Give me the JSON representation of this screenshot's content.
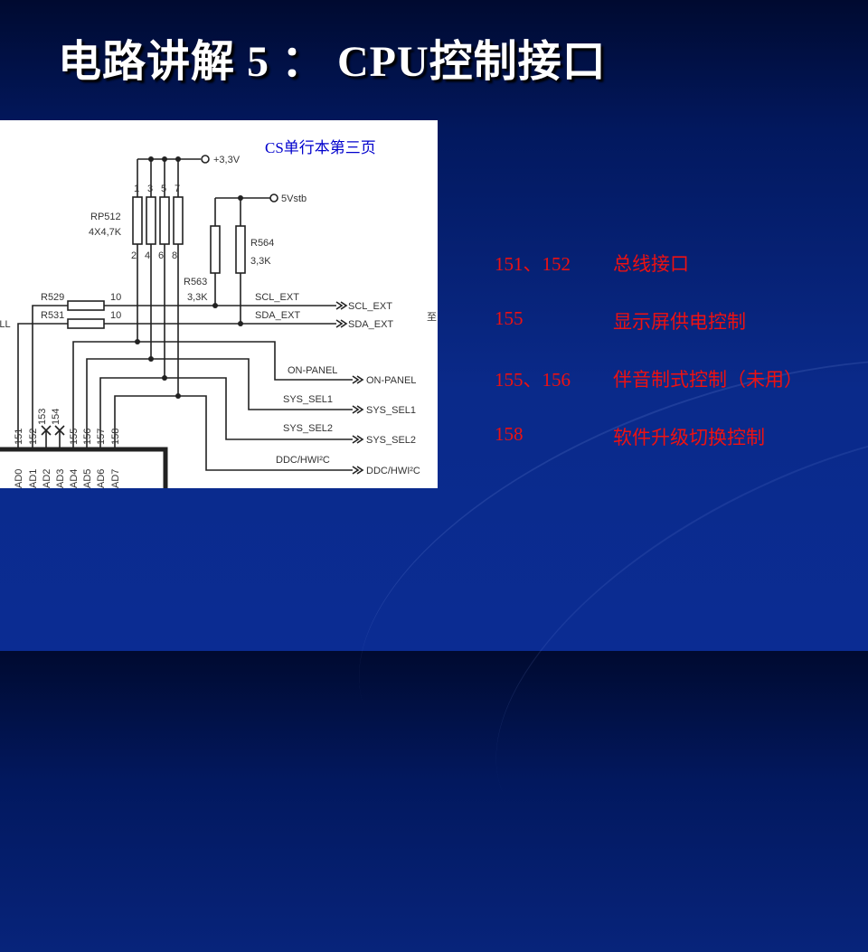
{
  "slide": {
    "title": "电路讲解 5 ： CPU控制接口"
  },
  "figure": {
    "caption": "CS单行本第三页",
    "labels": {
      "v33": "+3,3V",
      "v5stb": "5Vstb",
      "rp512": "RP512",
      "rp512_val": "4X4,7K",
      "pins_top": [
        "1",
        "3",
        "5",
        "7"
      ],
      "pins_bottom": [
        "2",
        "4",
        "6",
        "8"
      ],
      "r564": "R564",
      "r564_val": "3,3K",
      "r563": "R563",
      "r563_val": "3,3K",
      "r529": "R529",
      "r529_val": "10",
      "r531": "R531",
      "r531_val": "10",
      "pll": "PLL",
      "zhi": "至",
      "scl_net": "SCL_EXT",
      "sda_net": "SDA_EXT",
      "scl_port": "SCL_EXT",
      "sda_port": "SDA_EXT",
      "onpanel_net": "ON-PANEL",
      "onpanel_port": "ON-PANEL",
      "sel1_net": "SYS_SEL1",
      "sel1_port": "SYS_SEL1",
      "sel2_net": "SYS_SEL2",
      "sel2_port": "SYS_SEL2",
      "ddc_net": "DDC/HWI²C",
      "ddc_port": "DDC/HWI²C",
      "chip_pins": [
        "151",
        "152",
        "153",
        "154",
        "155",
        "156",
        "157",
        "158"
      ],
      "chip_ports": [
        "AD0",
        "AD1",
        "AD2",
        "AD3",
        "AD4",
        "AD5",
        "AD6",
        "AD7"
      ]
    }
  },
  "notes": [
    {
      "pins": "151、152",
      "desc": "总线接口"
    },
    {
      "pins": "155",
      "desc": "显示屏供电控制"
    },
    {
      "pins": "155、156",
      "desc": "伴音制式控制（未用）"
    },
    {
      "pins": "158",
      "desc": "软件升级切换控制"
    }
  ],
  "colors": {
    "title": "#ffffff",
    "notes": "#ee1111",
    "caption": "#0000cc"
  }
}
